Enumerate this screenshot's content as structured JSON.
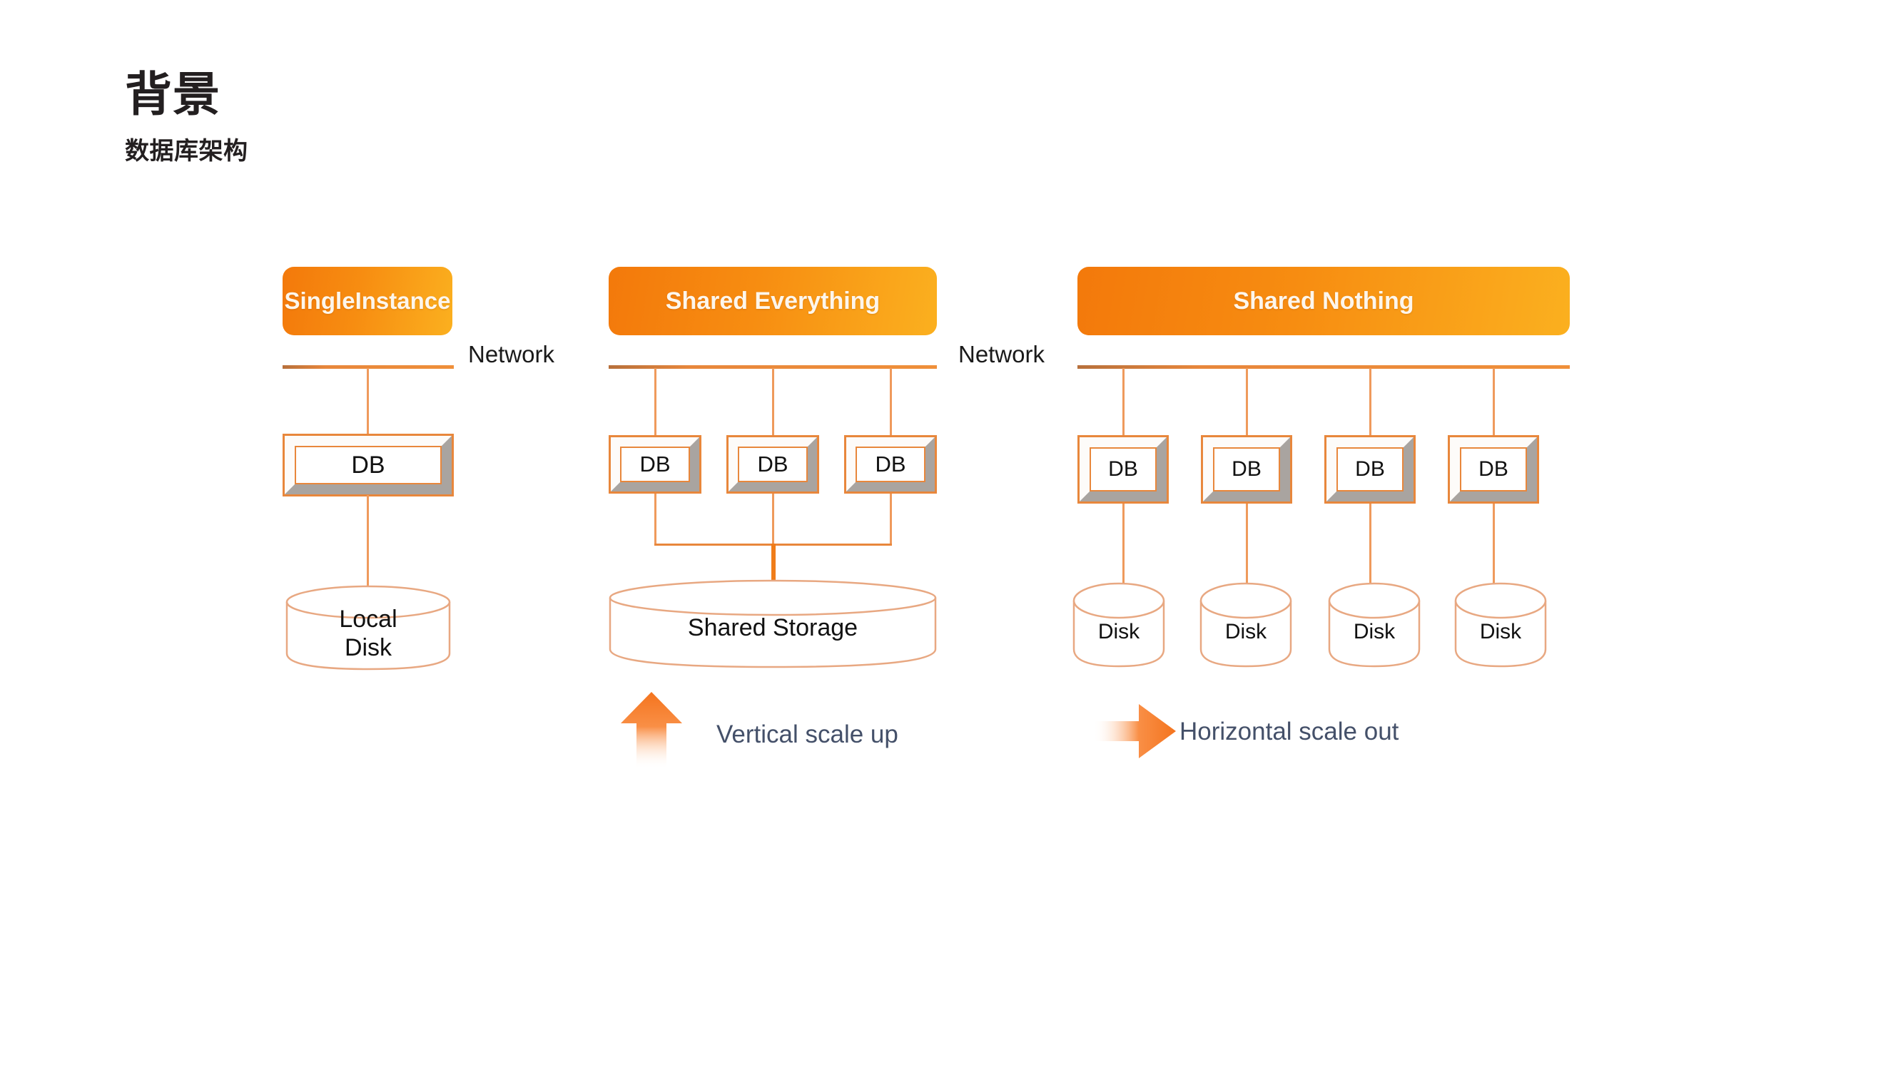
{
  "slide": {
    "title": "背景",
    "subtitle": "数据库架构",
    "background_color": "#ffffff"
  },
  "theme": {
    "accent_orange_dark": "#f3790b",
    "accent_orange_light": "#fbb01f",
    "line_orange": "#e8873c",
    "cylinder_outline": "#e8a882",
    "caption_text": "#445069",
    "label_text": "#111111"
  },
  "labels": {
    "network": "Network",
    "db": "DB"
  },
  "chart_data": {
    "type": "diagram",
    "title": "数据库架构",
    "columns": [
      {
        "id": "single-instance",
        "header": "Single\nInstance",
        "header_line1": "Single",
        "header_line2": "Instance",
        "network_label": "Network",
        "db_nodes": [
          "DB"
        ],
        "storage": {
          "label_line1": "Local",
          "label_line2": "Disk",
          "shape": "cylinder",
          "shared": false
        },
        "scale_arrow": null,
        "scale_caption": null
      },
      {
        "id": "shared-everything",
        "header": "Shared Everything",
        "network_label": "Network",
        "db_nodes": [
          "DB",
          "DB",
          "DB"
        ],
        "storage": {
          "label_line1": "Shared Storage",
          "label_line2": "",
          "shape": "cylinder",
          "shared": true
        },
        "scale_arrow": "arrow-up-icon",
        "scale_caption": "Vertical scale up"
      },
      {
        "id": "shared-nothing",
        "header": "Shared Nothing",
        "network_label": null,
        "db_nodes": [
          "DB",
          "DB",
          "DB",
          "DB"
        ],
        "storage_nodes": [
          "Disk",
          "Disk",
          "Disk",
          "Disk"
        ],
        "storage": {
          "shape": "cylinder",
          "shared": false
        },
        "scale_arrow": "arrow-right-icon",
        "scale_caption": "Horizontal scale out"
      }
    ]
  }
}
